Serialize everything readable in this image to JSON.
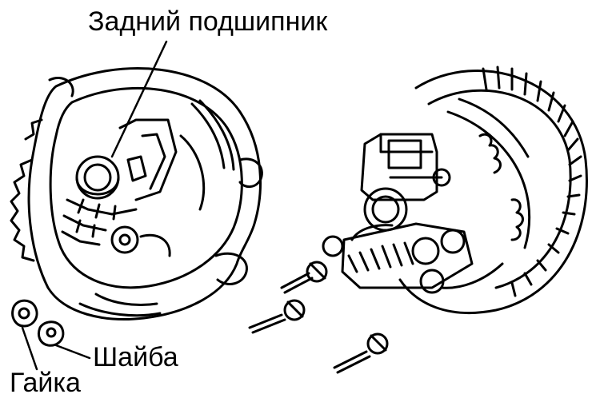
{
  "labels": {
    "rear_bearing": "Задний подшипник",
    "washer": "Шайба",
    "nut": "Гайка"
  },
  "colors": {
    "ink": "#000000",
    "paper": "#ffffff"
  }
}
